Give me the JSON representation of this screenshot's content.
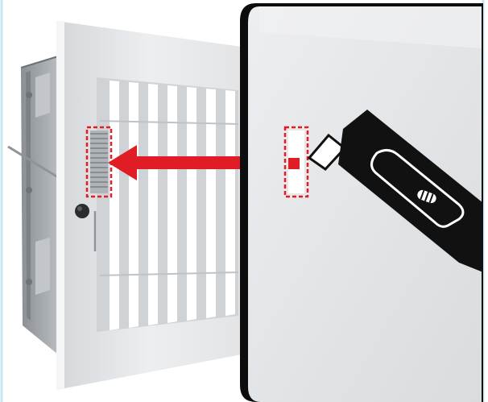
{
  "illustration": {
    "colors": {
      "background": "#ffffff",
      "frame_edge": "#c7e7ef",
      "vent_face": "#e6e8ea",
      "vent_shadow": "#b5b9bd",
      "slot": "#ffffff",
      "metal_bracket": "#9ea3a8",
      "panel_face": "#e2e4e6",
      "panel_edge": "#0d0d0d",
      "highlight_red": "#e01c24",
      "knife_body": "#111111"
    },
    "parts": [
      {
        "id": "vent-grille",
        "label": "",
        "icon": "vent-grille-icon"
      },
      {
        "id": "mounting-bracket",
        "label": "",
        "icon": "bracket-icon"
      },
      {
        "id": "damper-lever",
        "label": "",
        "icon": "lever-icon"
      },
      {
        "id": "wall-panel",
        "label": "",
        "icon": "panel-icon"
      },
      {
        "id": "utility-knife",
        "label": "",
        "icon": "utility-knife-icon"
      },
      {
        "id": "direction-arrow",
        "label": "",
        "icon": "arrow-left-icon"
      },
      {
        "id": "cutout-highlight",
        "label": "",
        "icon": "dashed-box-icon"
      }
    ]
  }
}
